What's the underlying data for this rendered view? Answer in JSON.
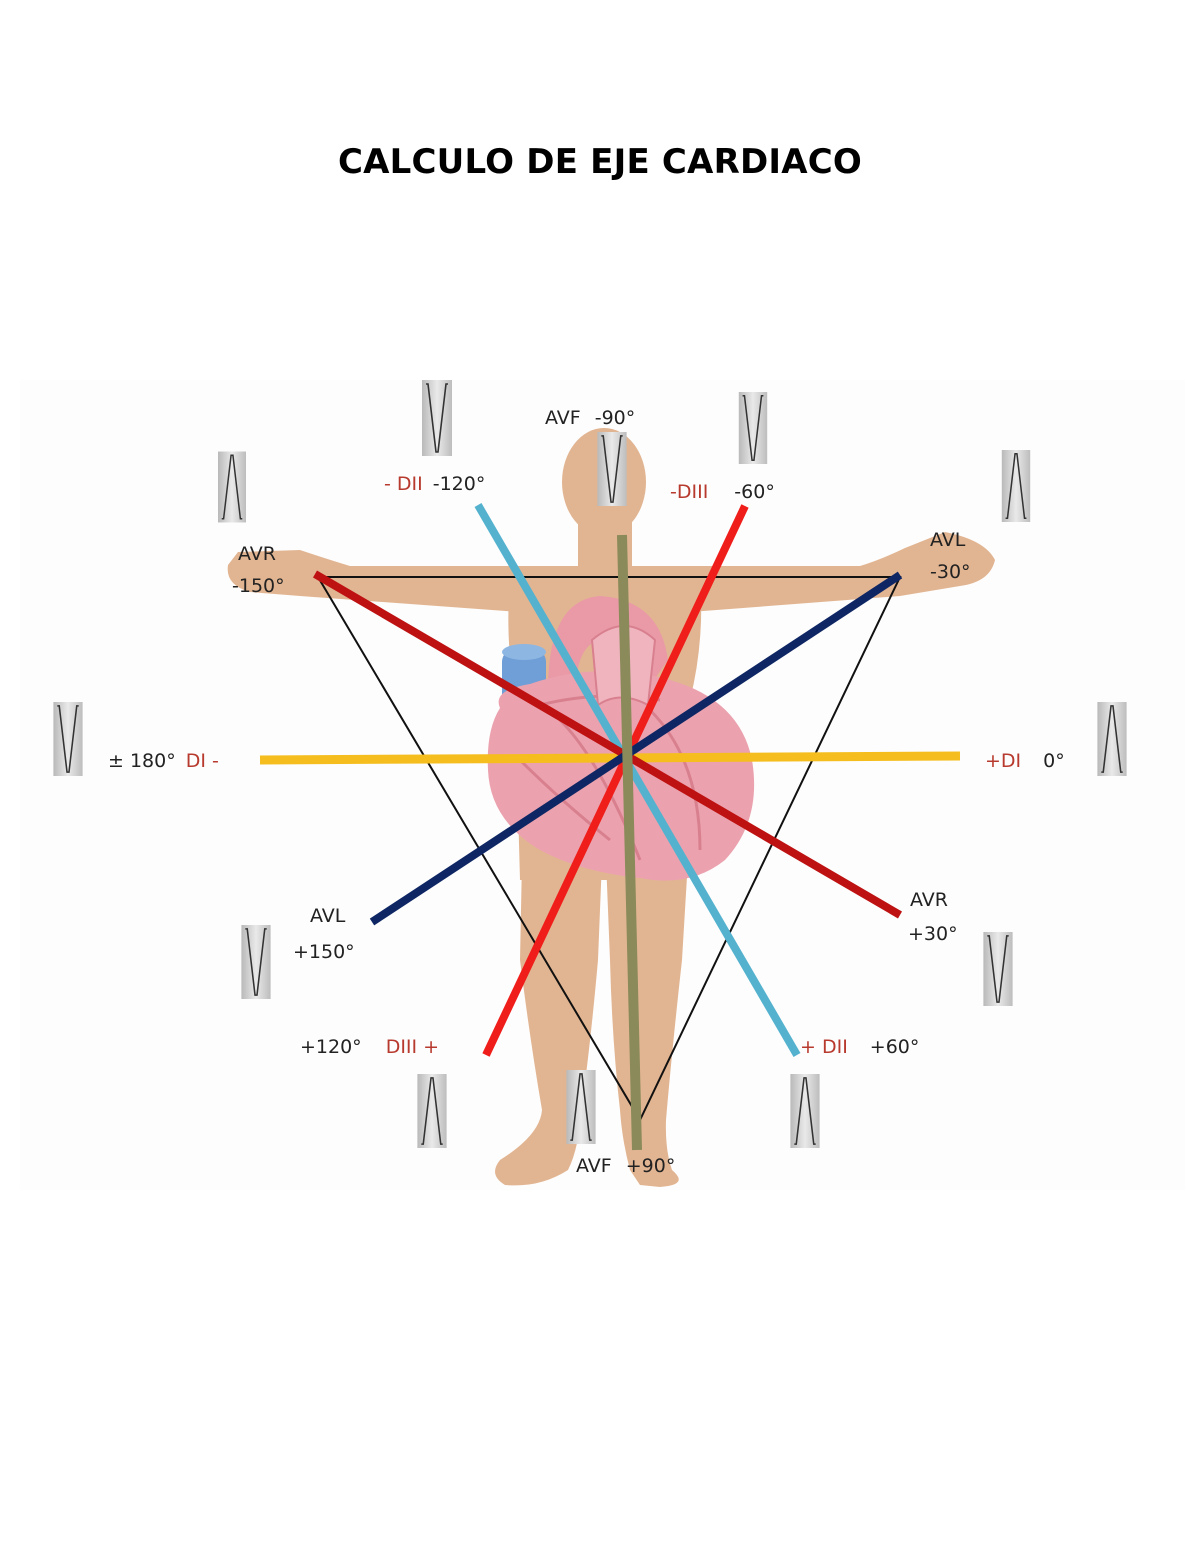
{
  "title": "CALCULO DE EJE CARDIACO",
  "colors": {
    "skin": "#e2b592",
    "heart": "#eba2ae",
    "heart_dark": "#d9808f",
    "vessel": "#6f9fd6",
    "di_line": "#f5be1e",
    "dii_line": "#54b2cf",
    "diii_line": "#f01e1a",
    "avr_line": "#be1212",
    "avl_line": "#0e2664",
    "avf_line": "#8a8a5a",
    "triangle": "#111111",
    "label_red": "#b83a2e"
  },
  "labels": {
    "avf_top": {
      "lead": "AVF",
      "angle": "-90°"
    },
    "dii_neg": {
      "lead": "- DII",
      "angle": "-120°"
    },
    "diii_neg": {
      "lead": "-DIII",
      "angle": "-60°"
    },
    "avr_neg": {
      "lead": "AVR",
      "angle": "-150°"
    },
    "avl_neg": {
      "lead": "AVL",
      "angle": "-30°"
    },
    "di_neg": {
      "angle": "± 180°",
      "lead": "DI -"
    },
    "di_pos": {
      "lead": "+DI",
      "angle": "0°"
    },
    "avl_pos": {
      "lead": "AVL",
      "angle": "+150°"
    },
    "avr_pos": {
      "lead": "AVR",
      "angle": "+30°"
    },
    "diii_pos": {
      "angle": "+120°",
      "lead": "DIII +"
    },
    "dii_pos": {
      "lead": "+ DII",
      "angle": "+60°"
    },
    "avf_bottom": {
      "lead": "AVF",
      "angle": "+90°"
    }
  },
  "icons": [
    "qs-complex-icon",
    "qs-complex-icon",
    "qs-complex-icon",
    "r-complex-icon",
    "r-complex-icon",
    "qs-complex-icon",
    "r-complex-icon",
    "qs-complex-icon",
    "qs-complex-icon",
    "r-complex-icon",
    "r-complex-icon",
    "r-complex-icon"
  ]
}
